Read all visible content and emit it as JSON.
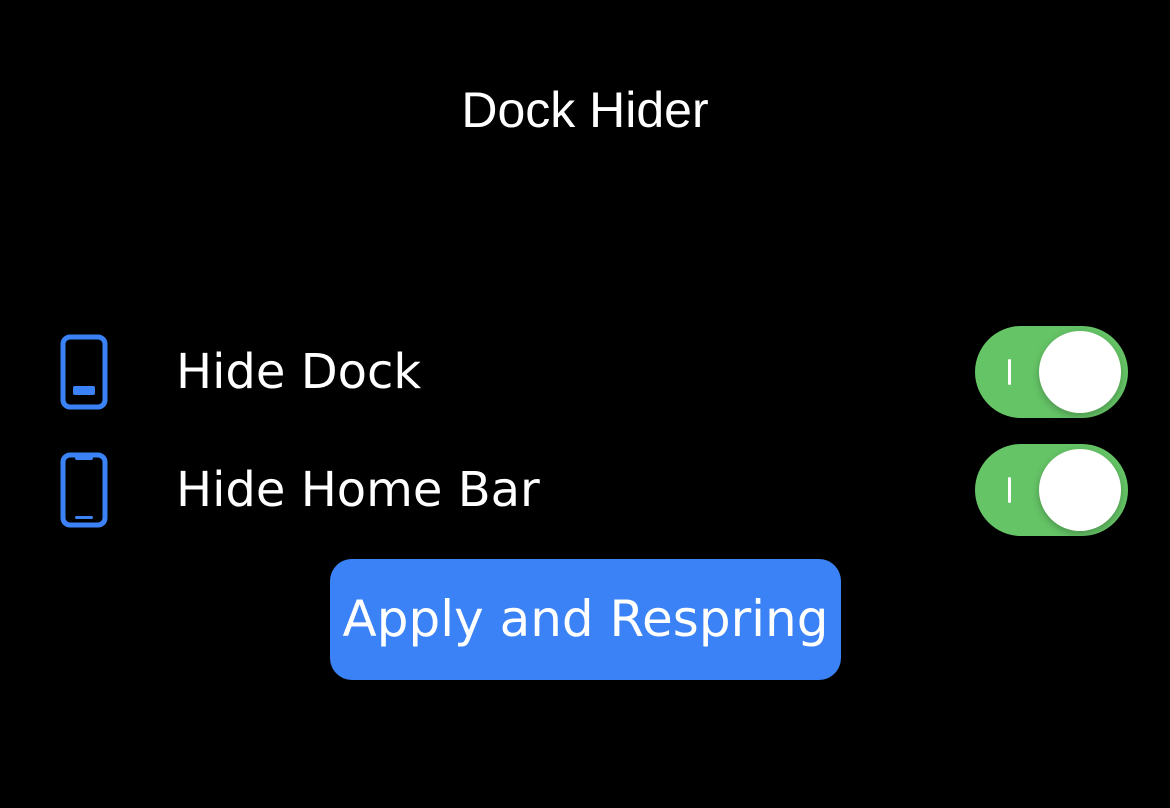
{
  "header": {
    "title": "Dock Hider"
  },
  "settings": [
    {
      "label": "Hide Dock",
      "icon": "iphone-home-button-icon",
      "enabled": true
    },
    {
      "label": "Hide Home Bar",
      "icon": "iphone-notch-icon",
      "enabled": true
    }
  ],
  "actions": {
    "apply_label": "Apply and Respring"
  },
  "colors": {
    "background": "#000000",
    "accent": "#3a82f6",
    "toggle_on": "#65c466",
    "text": "#ffffff"
  }
}
